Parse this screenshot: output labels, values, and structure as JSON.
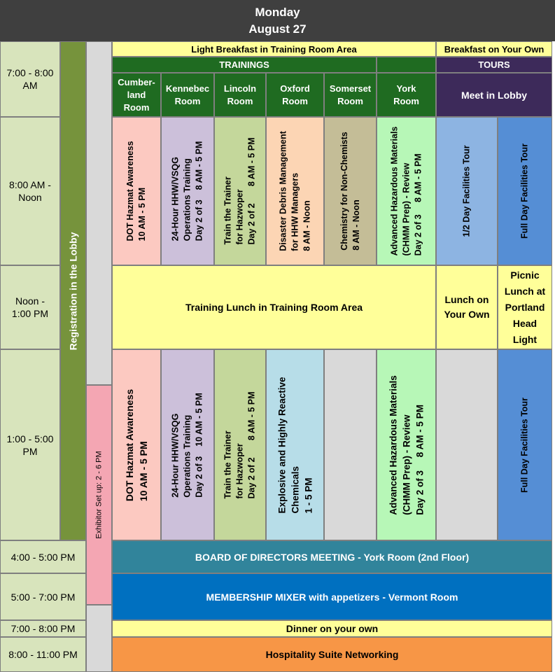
{
  "header": {
    "day": "Monday",
    "date": "August 27"
  },
  "times": {
    "t1": [
      "7:00 - 8:00",
      "AM"
    ],
    "t2": [
      "8:00 AM -",
      "Noon"
    ],
    "t3": [
      "Noon -",
      "1:00 PM"
    ],
    "t4": [
      "1:00 - 5:00",
      "PM"
    ],
    "t5": "4:00 - 5:00 PM",
    "t6": "5:00 - 7:00 PM",
    "t7": "7:00 - 8:00 PM",
    "t8": "8:00 - 11:00 PM"
  },
  "registration": "Registration in the Lobby",
  "exhibitor": "Exhibitor Set up:  2 - 6 PM",
  "breakfast": {
    "training": "Light Breakfast in Training Room Area",
    "tours": "Breakfast on Your Own"
  },
  "sections": {
    "trainings": "TRAININGS",
    "tours": "TOURS"
  },
  "rooms": {
    "cumberland": [
      "Cumber-",
      "land",
      "Room"
    ],
    "kennebec": [
      "Kennebec",
      "Room"
    ],
    "lincoln": [
      "Lincoln",
      "Room"
    ],
    "oxford": [
      "Oxford",
      "Room"
    ],
    "somerset": [
      "Somerset",
      "Room"
    ],
    "york": [
      "York",
      "Room"
    ]
  },
  "meet_lobby": "Meet in Lobby",
  "morning": {
    "cumberland": [
      "DOT Hazmat Awareness",
      "10 AM - 5 PM"
    ],
    "kennebec": [
      "24-Hour HHW/VSQG",
      "Operations Training",
      "Day 2 of 3    8 AM - 5 PM"
    ],
    "lincoln": [
      "Train the Trainer",
      "for Hazwoper",
      "Day 2 of 2       8 AM - 5 PM"
    ],
    "oxford": [
      "Disaster Debris Management",
      "for HHW Managers",
      "8 AM - Noon"
    ],
    "somerset": [
      "Chemistry for Non-Chemists",
      "8 AM - Noon"
    ],
    "york": [
      "Advanced Hazardous Materials",
      "(CHMM Prep) - Review",
      "Day 2 of 3     8 AM - 5 PM"
    ],
    "tour_half": "1/2 Day Facilities Tour",
    "tour_full": "Full Day Facilities Tour"
  },
  "lunch": {
    "training": "Training Lunch in Training Room Area",
    "own": [
      "Lunch on",
      "Your Own"
    ],
    "picnic": [
      "Picnic",
      "Lunch at",
      "Portland",
      "Head",
      "Light"
    ]
  },
  "afternoon": {
    "cumberland": [
      "DOT Hazmat Awareness",
      "10 AM - 5 PM"
    ],
    "kennebec": [
      "24-Hour HHW/VSQG",
      "Operations Training",
      "Day 2 of 3    10 AM - 5 PM"
    ],
    "lincoln": [
      "Train the Trainer",
      "for Hazwoper",
      "Day 2 of 2       8 AM - 5 PM"
    ],
    "oxford": [
      "Explosive and Highly Reactive",
      "Chemicals",
      "1 - 5 PM"
    ],
    "york": [
      "Advanced Hazardous Materials",
      "(CHMM Prep) - Review",
      "Day 2 of 3     8 AM - 5 PM"
    ],
    "tour_full": "Full Day Facilities Tour"
  },
  "evening": {
    "board": "BOARD OF DIRECTORS MEETING - York Room (2nd Floor)",
    "mixer": "MEMBERSHIP MIXER with appetizers - Vermont Room",
    "dinner": "Dinner on your own",
    "hospitality": "Hospitality Suite Networking"
  },
  "colors": {
    "header": "#3f3f3f",
    "time": "#d8e4bc",
    "registration": "#76933c",
    "gray": "#d9d9d9",
    "exhibitor": "#f4a6b3",
    "yellow": "#ffff99",
    "green": "#1f6b21",
    "purple": "#3d2a5a",
    "pink": "#fcc9c1",
    "lavender": "#ccc0da",
    "olive": "#c4d79b",
    "peach": "#fcd5b4",
    "tan": "#c4bd97",
    "mint": "#b7f7b7",
    "lightblue": "#8db4e2",
    "blue": "#558ed5",
    "skyblue": "#b7dde8",
    "teal": "#31849b",
    "mixer": "#0070c0",
    "orange": "#f79646"
  }
}
